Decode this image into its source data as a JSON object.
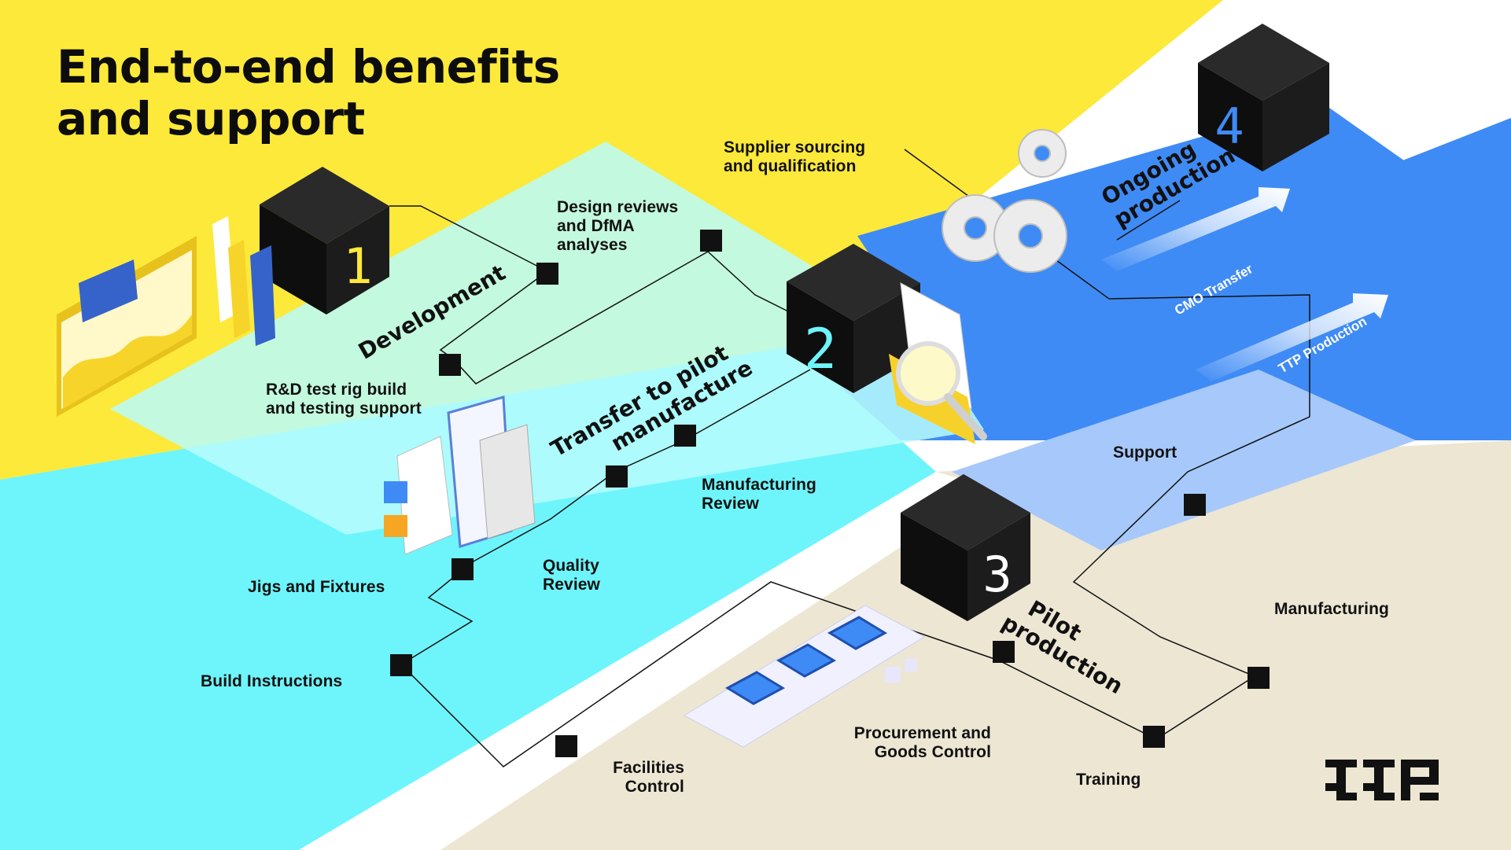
{
  "title": {
    "line1": "End-to-end benefits",
    "line2": "and support"
  },
  "colors": {
    "yellow": "#fde93a",
    "cyan": "#6ef5fb",
    "cyan_light": "#b8fbfb",
    "blue": "#3f8bf5",
    "blue_light": "#a7c8fb",
    "beige": "#ece6d3",
    "cube": "#0e0e0e"
  },
  "stages": [
    {
      "number": "1",
      "name": "Development",
      "icon": "dashboard-chart-icon"
    },
    {
      "number": "2",
      "name_line1": "Transfer to pilot",
      "name_line2": "manufacture",
      "icon": "document-search-icon"
    },
    {
      "number": "3",
      "name_line1": "Pilot",
      "name_line2": "production",
      "icon": "conveyor-chips-icon"
    },
    {
      "number": "4",
      "name_line1": "Ongoing",
      "name_line2": "production",
      "icon": "gears-icon"
    }
  ],
  "labels": {
    "supplier": {
      "line1": "Supplier sourcing",
      "line2": "and qualification"
    },
    "design": {
      "line1": "Design reviews",
      "line2": "and DfMA",
      "line3": "analyses"
    },
    "rd": {
      "line1": "R&D test rig build",
      "line2": "and testing support"
    },
    "mfg_review": {
      "line1": "Manufacturing",
      "line2": "Review"
    },
    "quality": {
      "line1": "Quality",
      "line2": "Review"
    },
    "jigs": "Jigs and Fixtures",
    "build": "Build Instructions",
    "facilities": {
      "line1": "Facilities",
      "line2": "Control"
    },
    "procurement": {
      "line1": "Procurement and",
      "line2": "Goods Control"
    },
    "training": "Training",
    "manufacturing": "Manufacturing",
    "support": "Support"
  },
  "arrows": {
    "cmo": "CMO Transfer",
    "ttp": "TTP Production"
  },
  "brand_icon": "ttp-logo-icon"
}
